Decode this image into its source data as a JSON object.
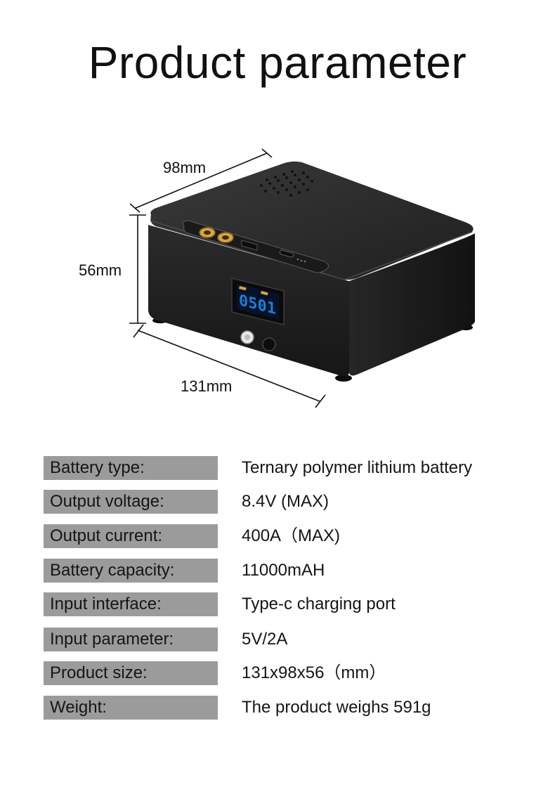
{
  "page": {
    "title": "Product parameter"
  },
  "dimensions": {
    "depth": "98mm",
    "height": "56mm",
    "width": "131mm"
  },
  "device": {
    "display_reading": "0501",
    "colors": {
      "body": "#1e1e1e",
      "top": "#2a2a2a",
      "port": "#d9a441",
      "screen": "#1d7fd6"
    }
  },
  "specs": [
    {
      "label": "Battery type:",
      "value": "Ternary polymer lithium battery"
    },
    {
      "label": "Output voltage:",
      "value": "8.4V (MAX)"
    },
    {
      "label": "Output current:",
      "value": "400A（MAX)"
    },
    {
      "label": "Battery capacity:",
      "value": "11000mAH"
    },
    {
      "label": "Input interface:",
      "value": "Type-c charging port"
    },
    {
      "label": "Input parameter:",
      "value": "5V/2A"
    },
    {
      "label": "Product size:",
      "value": "131x98x56（mm）"
    },
    {
      "label": "Weight:",
      "value": "The product weighs 591g"
    }
  ],
  "colors": {
    "label_bg": "#9b9b9b",
    "text": "#151515"
  }
}
